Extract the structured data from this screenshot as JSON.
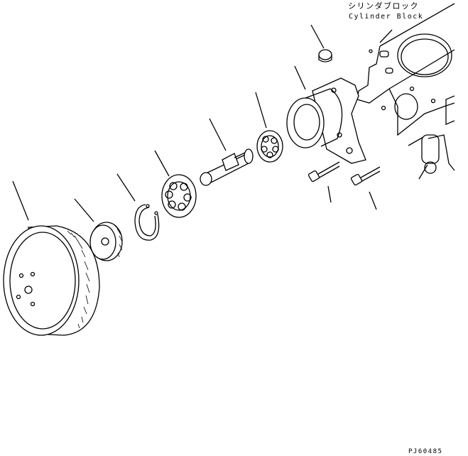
{
  "diagram": {
    "header_jp": "シリンダブロック",
    "header_en": "Cylinder Block",
    "part_code": "PJ60485",
    "components": [
      {
        "name": "pulley"
      },
      {
        "name": "gear"
      },
      {
        "name": "snap-ring"
      },
      {
        "name": "front-bearing"
      },
      {
        "name": "shaft"
      },
      {
        "name": "rear-bearing"
      },
      {
        "name": "housing"
      },
      {
        "name": "plug"
      },
      {
        "name": "bolt-1"
      },
      {
        "name": "bolt-2"
      }
    ]
  }
}
